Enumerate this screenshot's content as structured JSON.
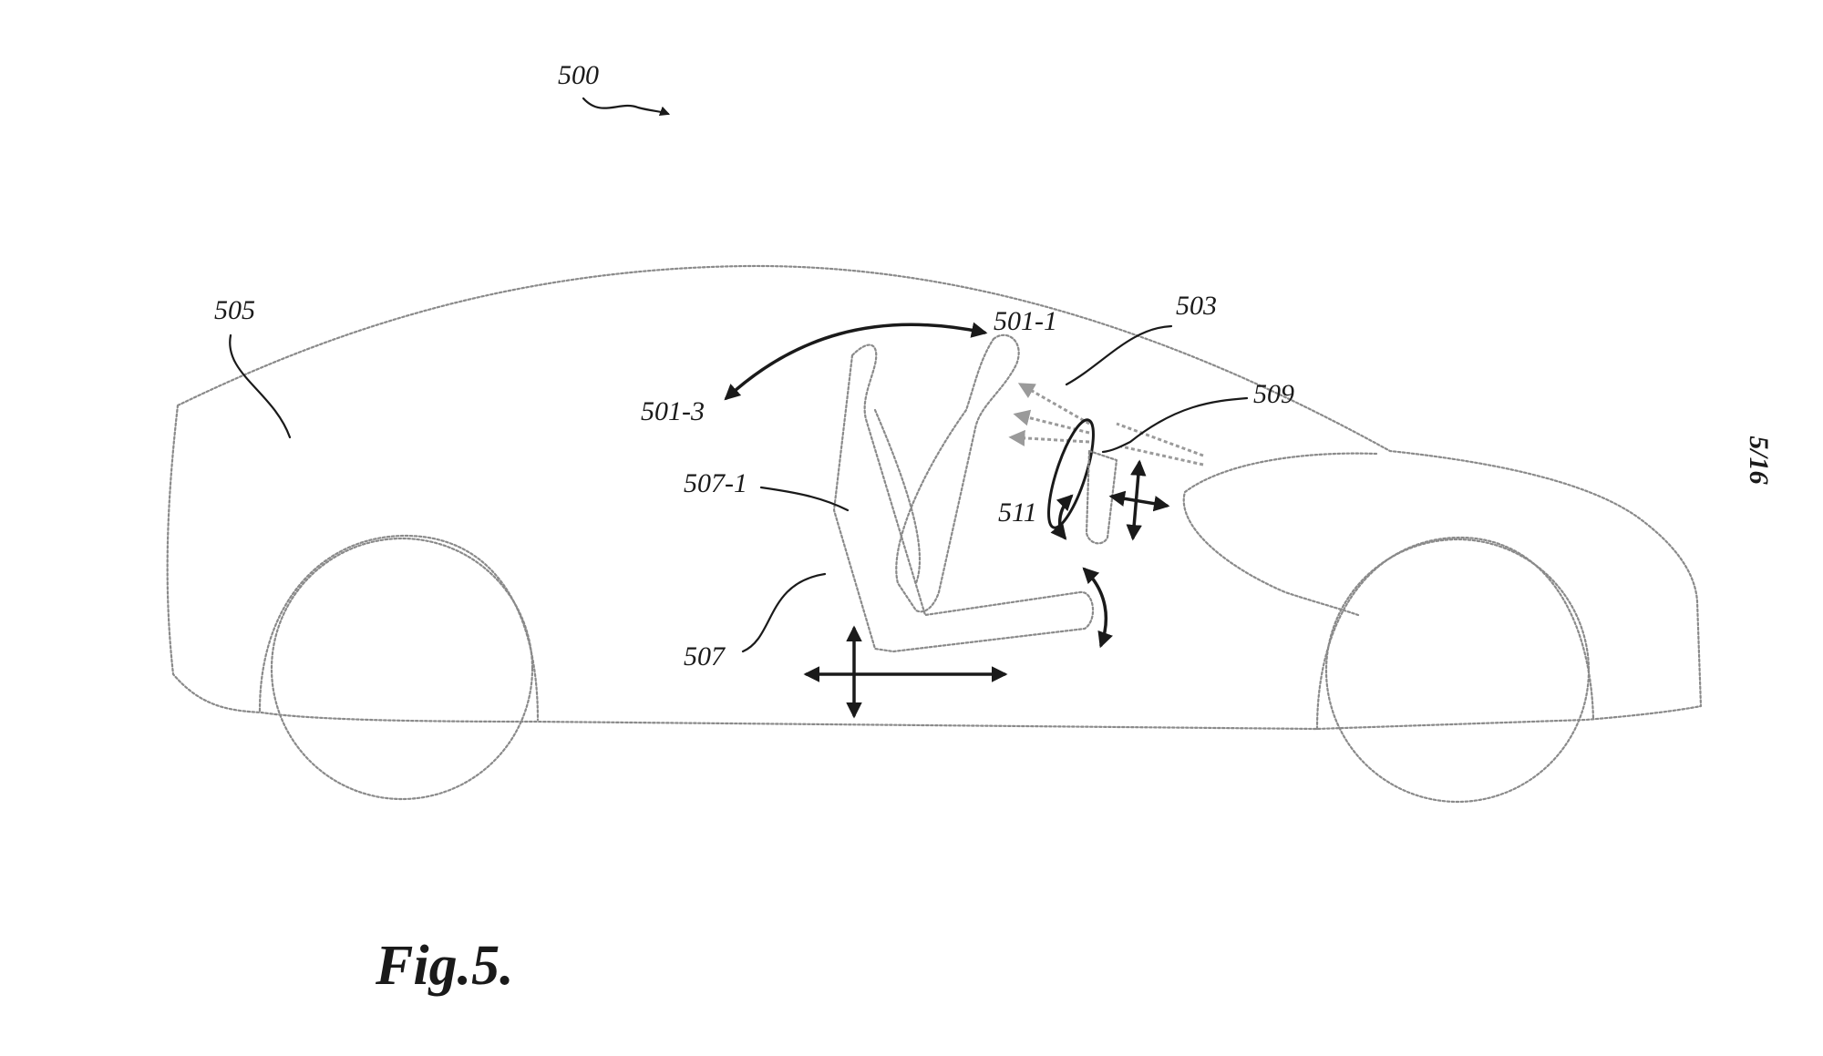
{
  "labels": {
    "system": "500",
    "cabin": "505",
    "occupant_position_1": "501-1",
    "occupant_position_3": "501-3",
    "restraint": "503",
    "steering_wheel": "509",
    "steering_column": "511",
    "seat_back": "507-1",
    "seat": "507",
    "figure_caption": "Fig.5.",
    "sheet_number": "5/16"
  }
}
